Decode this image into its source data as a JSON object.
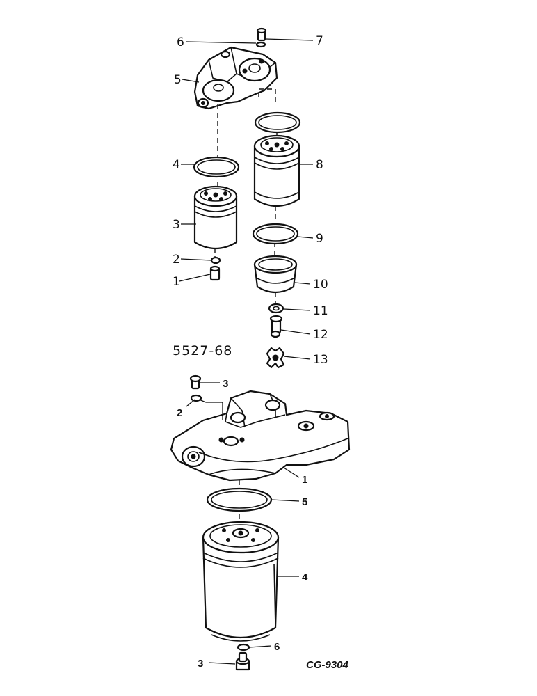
{
  "upper_assembly": {
    "code": "5527-68",
    "callouts": [
      "1",
      "2",
      "3",
      "4",
      "5",
      "6",
      "7",
      "8",
      "9",
      "10",
      "11",
      "12",
      "13"
    ]
  },
  "lower_assembly": {
    "callouts": [
      "1",
      "2",
      "3",
      "4",
      "5",
      "6",
      "3"
    ]
  },
  "figure_code": "CG-9304"
}
